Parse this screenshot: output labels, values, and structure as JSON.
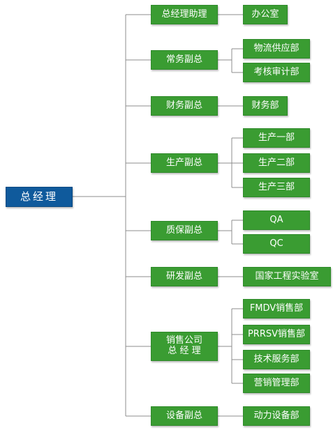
{
  "colors": {
    "root": "#0f5a9c",
    "node": "#3a9c32",
    "line": "#8c8c8c"
  },
  "root": {
    "label": "总经理"
  },
  "branches": [
    {
      "label": "总经理助理",
      "children": [
        "办公室"
      ]
    },
    {
      "label": "常务副总",
      "children": [
        "物流供应部",
        "考核审计部"
      ]
    },
    {
      "label": "财务副总",
      "children": [
        "财务部"
      ]
    },
    {
      "label": "生产副总",
      "children": [
        "生产一部",
        "生产二部",
        "生产三部"
      ]
    },
    {
      "label": "质保副总",
      "children": [
        "QA",
        "QC"
      ]
    },
    {
      "label": "研发副总",
      "children": [
        "国家工程实验室"
      ]
    },
    {
      "label": "销售公司\n总 经 理",
      "children": [
        "FMDV销售部",
        "PRRSV销售部",
        "技术服务部",
        "营销管理部"
      ]
    },
    {
      "label": "设备副总",
      "children": [
        "动力设备部"
      ]
    }
  ]
}
